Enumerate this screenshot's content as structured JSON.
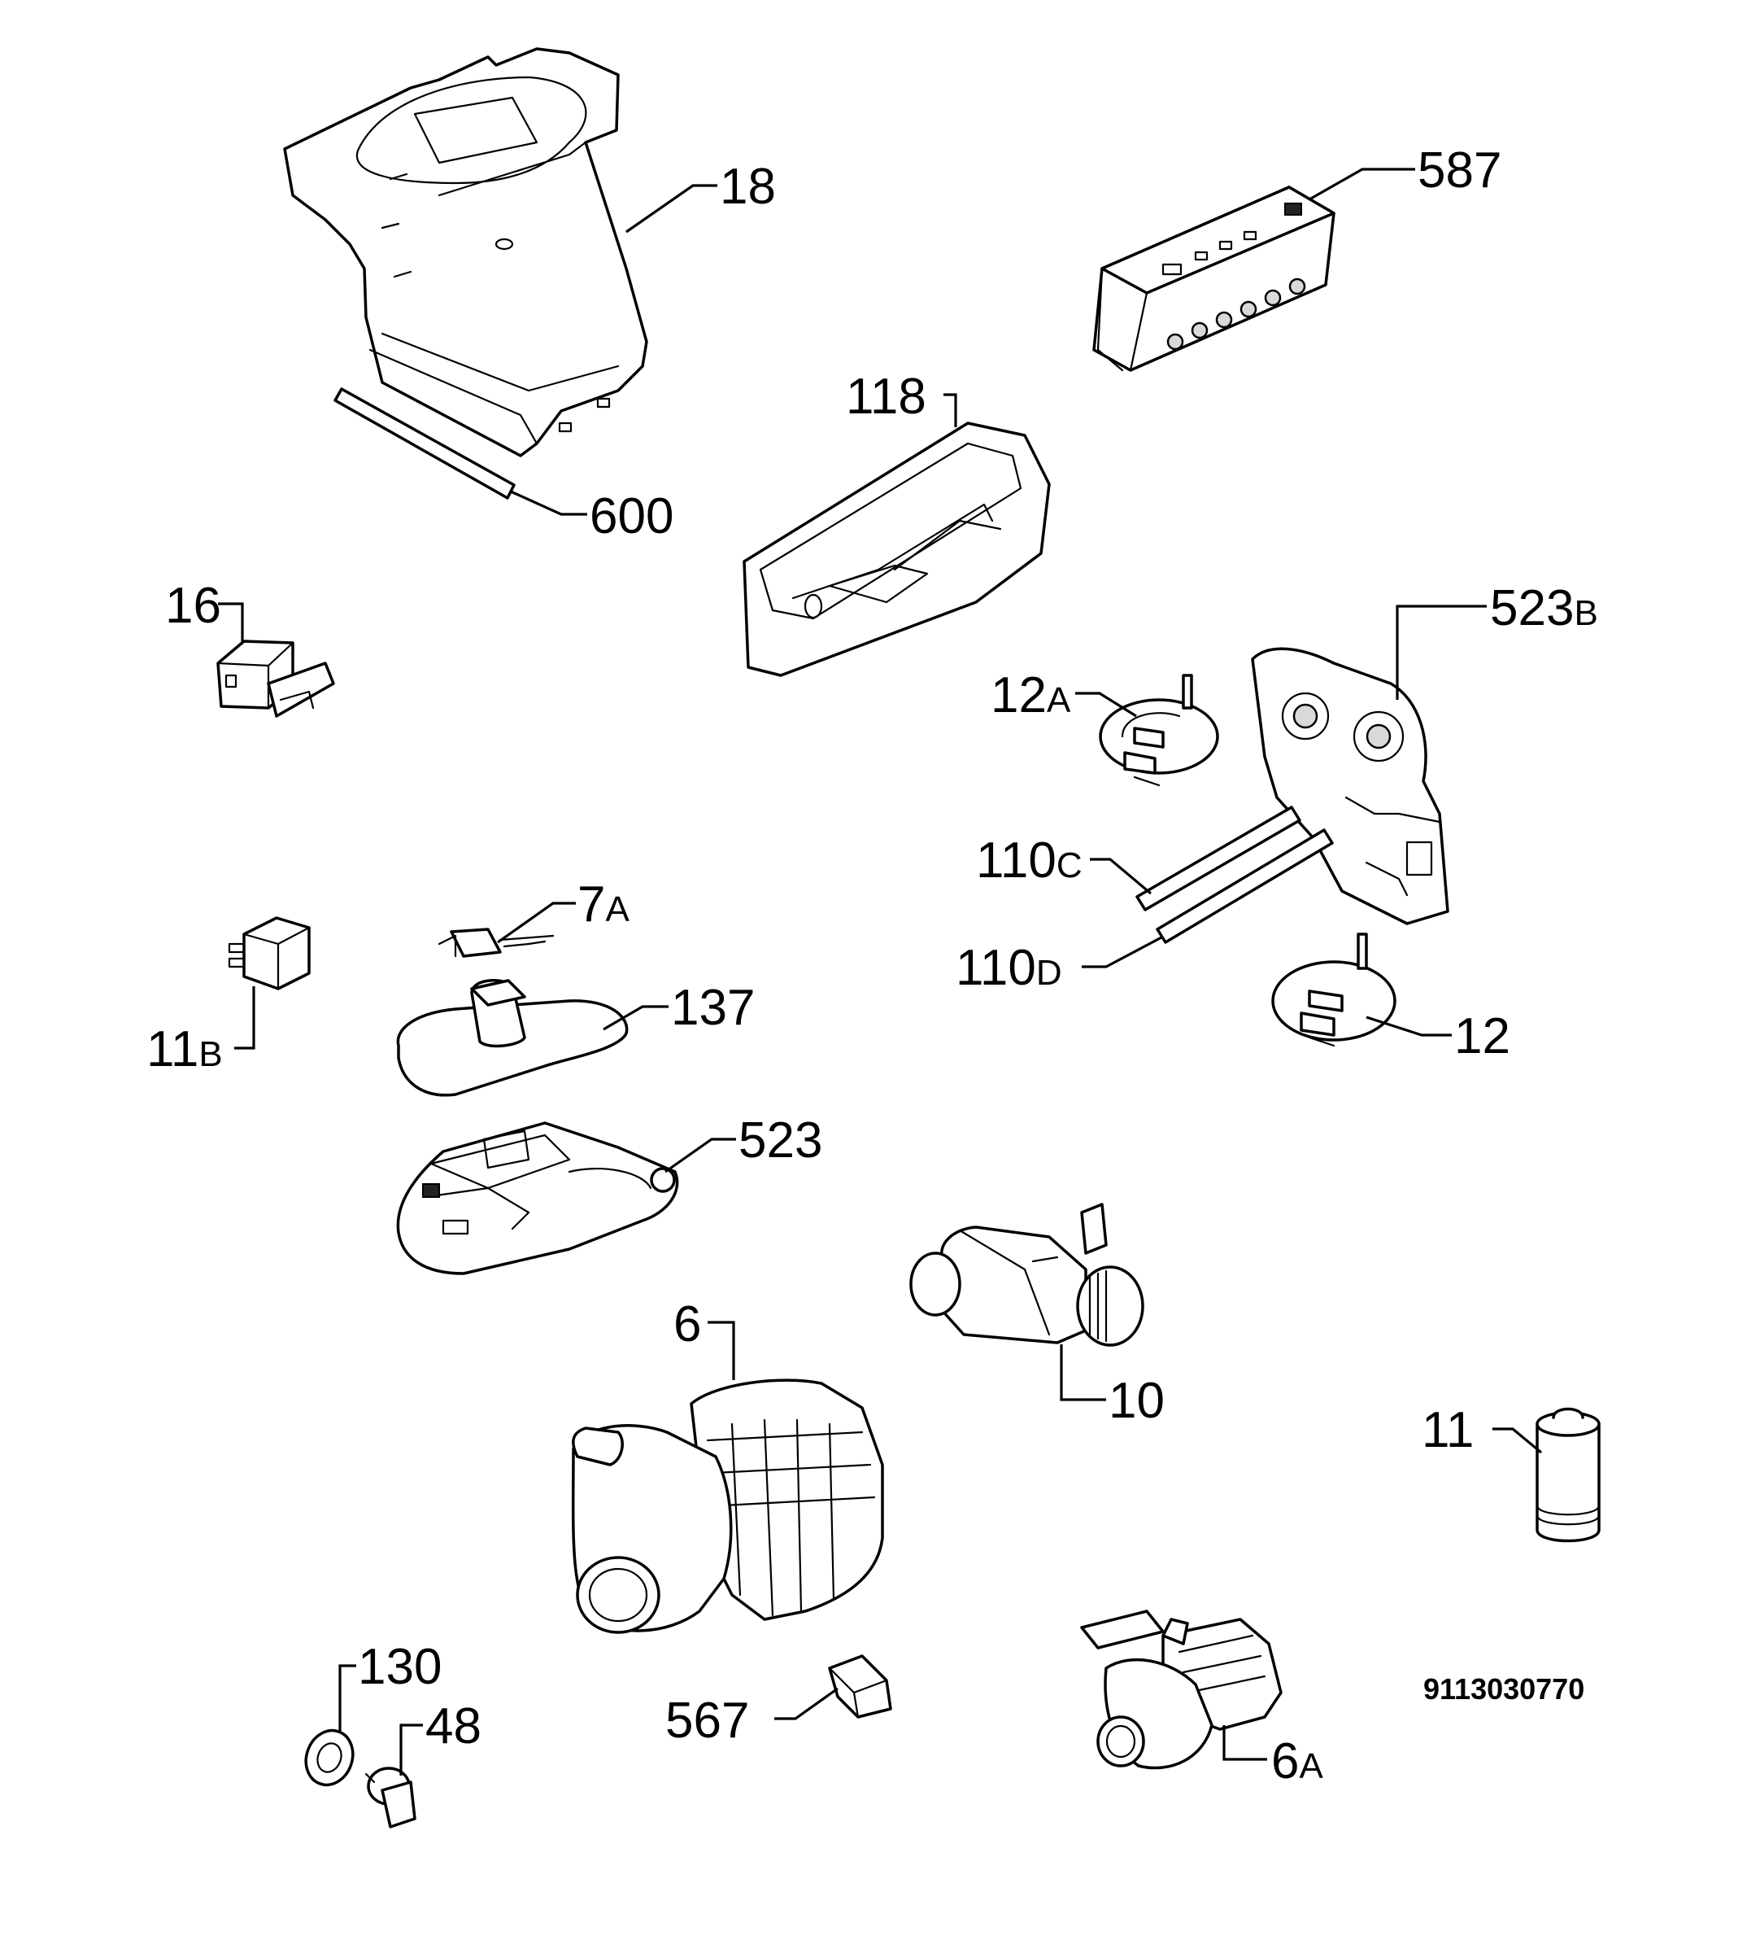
{
  "diagram_code": "9113030770",
  "colors": {
    "line": "#000000",
    "background": "#ffffff"
  },
  "parts": [
    {
      "id": "p18",
      "num": "18",
      "suffix": ""
    },
    {
      "id": "p600",
      "num": "600",
      "suffix": ""
    },
    {
      "id": "p587",
      "num": "587",
      "suffix": ""
    },
    {
      "id": "p118",
      "num": "118",
      "suffix": ""
    },
    {
      "id": "p16",
      "num": "16",
      "suffix": ""
    },
    {
      "id": "p523b",
      "num": "523",
      "suffix": "B"
    },
    {
      "id": "p12a",
      "num": "12",
      "suffix": "A"
    },
    {
      "id": "p110c",
      "num": "110",
      "suffix": "C"
    },
    {
      "id": "p110d",
      "num": "110",
      "suffix": "D"
    },
    {
      "id": "p12",
      "num": "12",
      "suffix": ""
    },
    {
      "id": "p7a",
      "num": "7",
      "suffix": "A"
    },
    {
      "id": "p11b",
      "num": "11",
      "suffix": "B"
    },
    {
      "id": "p137",
      "num": "137",
      "suffix": ""
    },
    {
      "id": "p523",
      "num": "523",
      "suffix": ""
    },
    {
      "id": "p10",
      "num": "10",
      "suffix": ""
    },
    {
      "id": "p6",
      "num": "6",
      "suffix": ""
    },
    {
      "id": "p11",
      "num": "11",
      "suffix": ""
    },
    {
      "id": "p130",
      "num": "130",
      "suffix": ""
    },
    {
      "id": "p48",
      "num": "48",
      "suffix": ""
    },
    {
      "id": "p567",
      "num": "567",
      "suffix": ""
    },
    {
      "id": "p6a",
      "num": "6",
      "suffix": "A"
    }
  ]
}
